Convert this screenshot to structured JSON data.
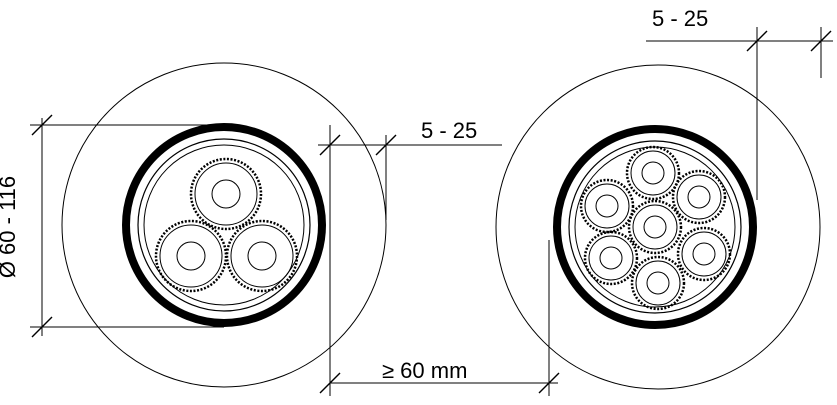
{
  "labels": {
    "top_right": "5 - 25",
    "middle": "5 - 25",
    "bottom": "≥ 60 mm",
    "diameter": "Ø 60 - 116"
  },
  "colors": {
    "stroke": "#000000",
    "background": "#ffffff"
  },
  "cables": {
    "left_cores": 3,
    "right_cores": 7
  }
}
